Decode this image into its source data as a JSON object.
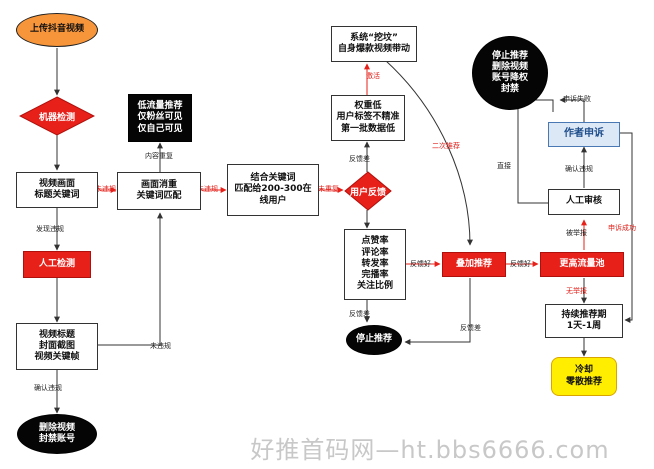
{
  "nodes": {
    "upload": "上传抖音视频",
    "machine_check": "机器检测",
    "video_frame": "视频画面\n标题关键词",
    "manual_detect": "人工检测",
    "review_frames": "视频标题\n封面截图\n视频关键帧",
    "delete_ban": "删除视频\n封禁账号",
    "dup_match": "画面消重\n关键词匹配",
    "low_traffic": "低流量推荐\n仅粉丝可见\n仅自己可见",
    "keyword_pool": "结合关键词\n匹配给200-300在\n线用户",
    "user_feedback": "用户反馈",
    "metrics": "点赞率\n评论率\n转发率\n完播率\n关注比例",
    "stop_left": "停止推荐",
    "weight_low": "权重低\n用户标签不精准\n第一批数据低",
    "dig": "系统“挖坟”\n自身爆款视频带动",
    "overlay": "叠加推荐",
    "higher_pool": "更高流量池",
    "continue": "持续推荐期\n1天-1周",
    "cold": "冷却\n零散推荐",
    "manual_review": "人工审核",
    "appeal": "作者申诉",
    "stop_right": "停止推荐\n删除视频\n账号降权\n封禁"
  },
  "edge_labels": {
    "not_violate_1": "未违规",
    "not_violate_2": "未违规",
    "found_violation": "发现违规",
    "not_violate_3": "未违规",
    "confirm_1": "确认违规",
    "content_dup": "内容重复",
    "no_dup": "未重复",
    "fb_bad_1": "反馈差",
    "activate": "激活",
    "second_push": "二次推荐",
    "fb_good_1": "反馈好",
    "fb_bad_2": "反馈差",
    "fb_good_2": "反馈好",
    "fb_bad_3": "反馈差",
    "no_report": "无举报",
    "reported": "被举报",
    "confirm_2": "确认违规",
    "direct": "直接",
    "appeal_fail": "申诉失败",
    "appeal_success": "申诉成功"
  },
  "watermark": "好推首码网—ht.bbs6666.com",
  "colors": {
    "red": "#e8201a",
    "orange": "#f7953a",
    "black": "#050505",
    "blue_fill": "#dde8f6",
    "yellow": "#ffee00",
    "edge_label_red": "#e0201a"
  }
}
